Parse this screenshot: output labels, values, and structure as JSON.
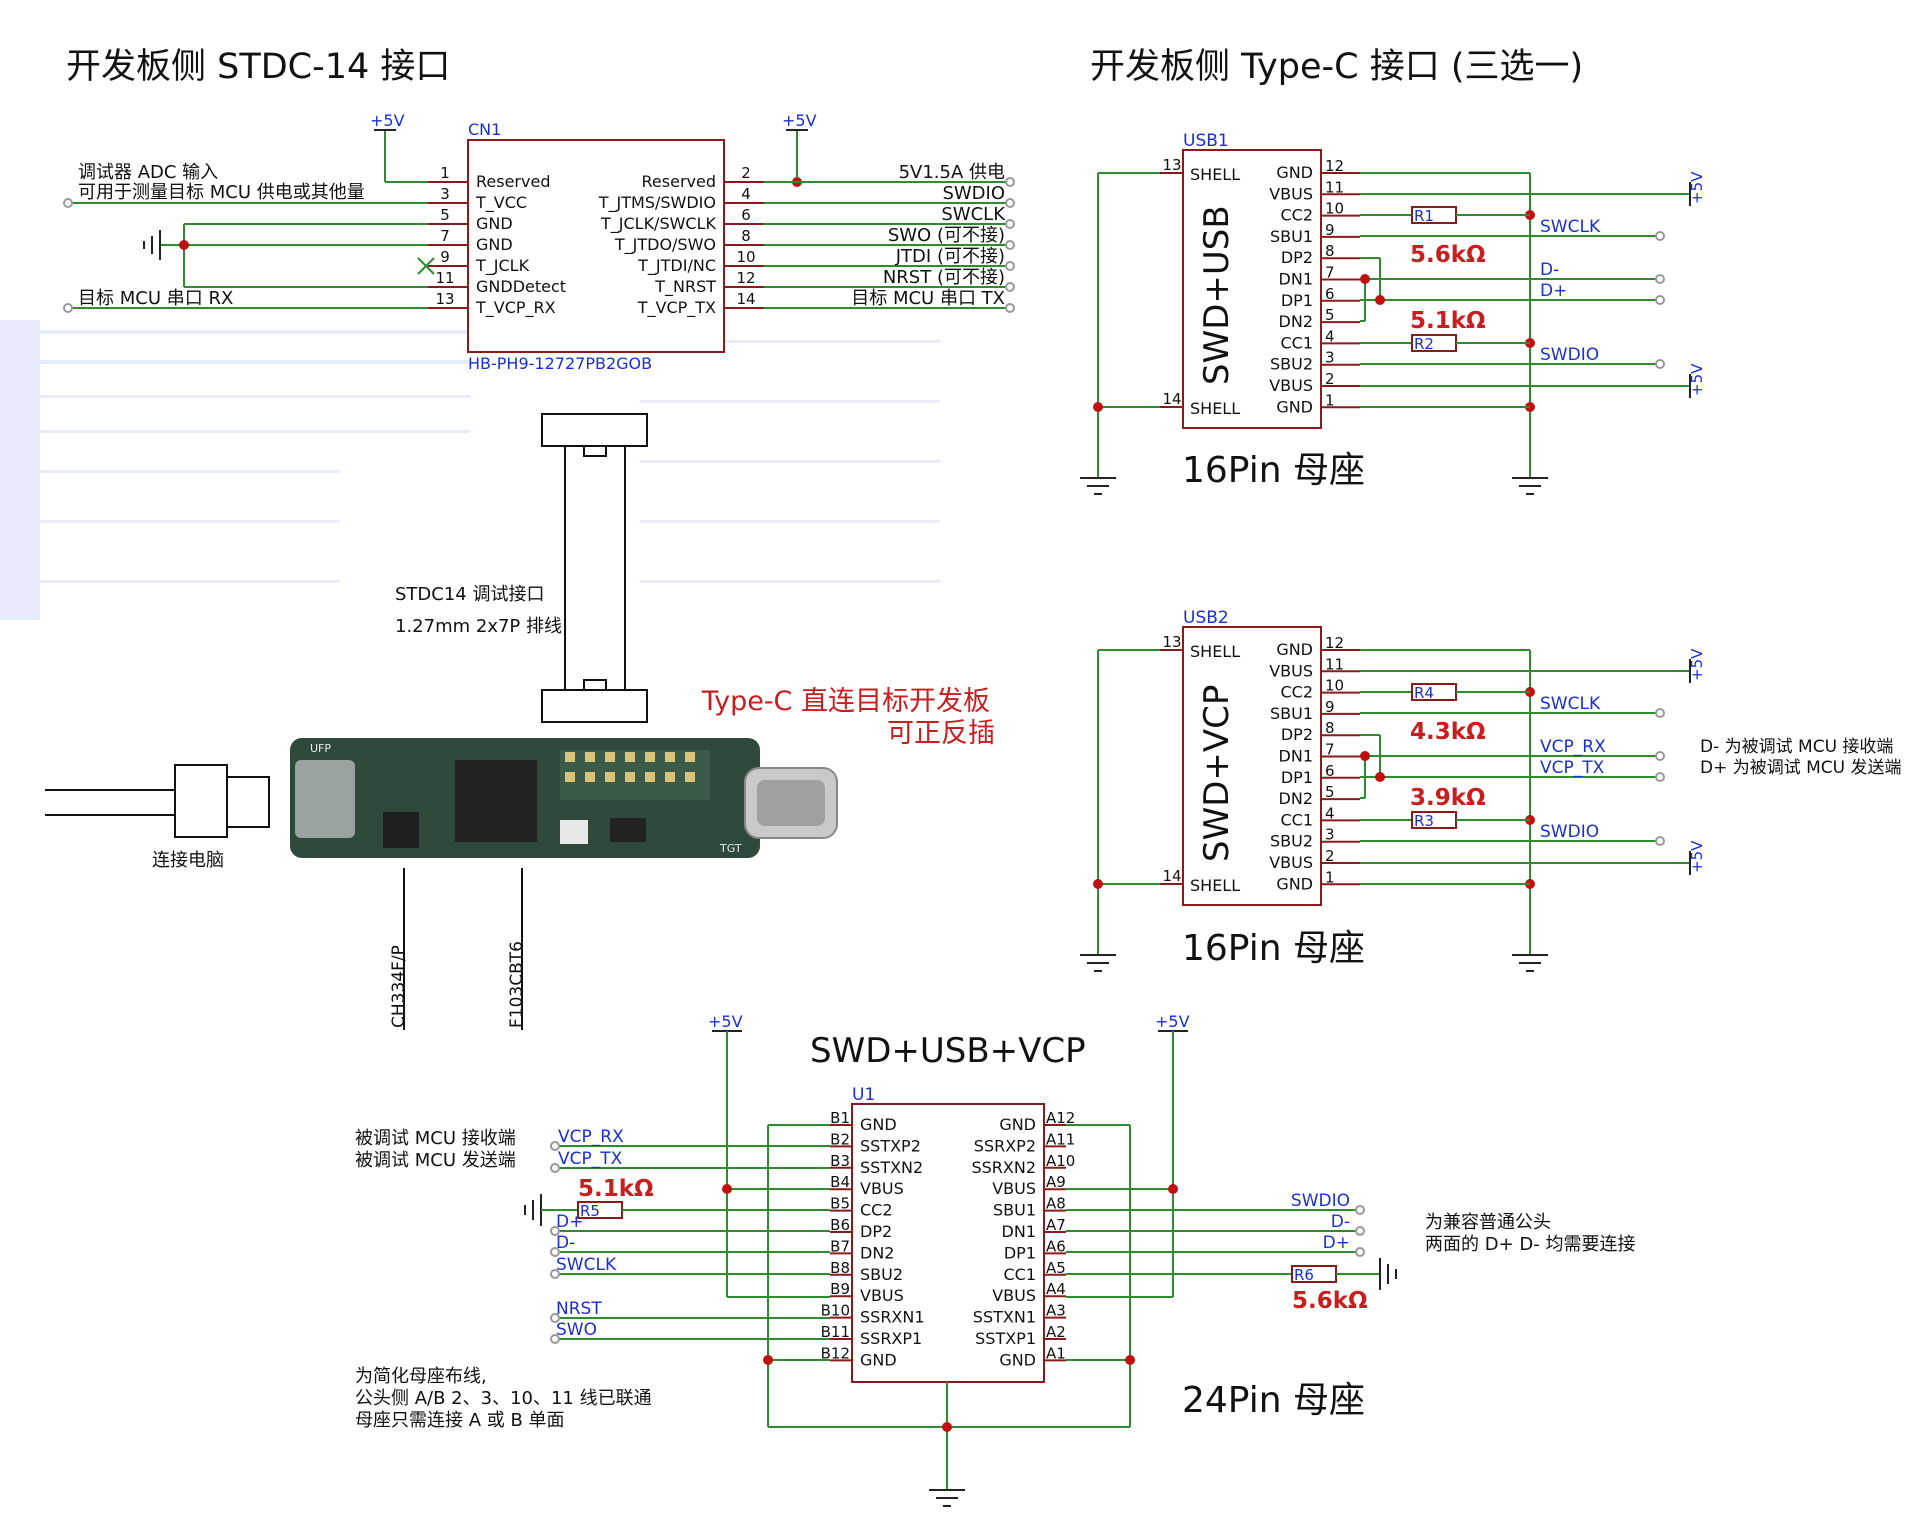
{
  "titles": {
    "stdc14": "开发板侧 STDC-14 接口",
    "typec": "开发板侧 Type-C 接口 (三选一)",
    "usb1_type": "16Pin 母座",
    "usb2_type": "16Pin 母座",
    "u1_type": "24Pin 母座",
    "u1_title": "SWD+USB+VCP"
  },
  "cn1": {
    "ref": "CN1",
    "part": "HB-PH9-12727PB2GOB",
    "left_pins": [
      {
        "num": "1",
        "name": "Reserved"
      },
      {
        "num": "3",
        "name": "T_VCC"
      },
      {
        "num": "5",
        "name": "GND"
      },
      {
        "num": "7",
        "name": "GND"
      },
      {
        "num": "9",
        "name": "T_JCLK"
      },
      {
        "num": "11",
        "name": "GNDDetect"
      },
      {
        "num": "13",
        "name": "T_VCP_RX"
      }
    ],
    "right_pins": [
      {
        "num": "2",
        "name": "Reserved"
      },
      {
        "num": "4",
        "name": "T_JTMS/SWDIO"
      },
      {
        "num": "6",
        "name": "T_JCLK/SWCLK"
      },
      {
        "num": "8",
        "name": "T_JTDO/SWO"
      },
      {
        "num": "10",
        "name": "T_JTDI/NC"
      },
      {
        "num": "12",
        "name": "T_NRST"
      },
      {
        "num": "14",
        "name": "T_VCP_TX"
      }
    ],
    "left_labels": [
      "调试器 ADC 输入",
      "可用于测量目标 MCU 供电或其他量",
      "目标 MCU 串口 RX"
    ],
    "right_labels": [
      "5V1.5A 供电",
      "SWDIO",
      "SWCLK",
      "SWO (可不接)",
      "JTDI (可不接)",
      "NRST (可不接)",
      "目标 MCU 串口 TX"
    ]
  },
  "power": "+5V",
  "cable": {
    "line1": "STDC14 调试接口",
    "line2": "1.27mm 2x7P 排线"
  },
  "board": {
    "note1": "Type-C 直连目标开发板",
    "note2": "可正反插",
    "pc": "连接电脑",
    "chip1": "CH334F/P",
    "chip2": "F103CBT6",
    "silk1": "UFP",
    "silk2": "TGT"
  },
  "usb1": {
    "ref": "USB1",
    "title": "SWD+USB",
    "shell_top": "SHELL",
    "shell_bot": "SHELL",
    "shell_top_num": "13",
    "shell_bot_num": "14",
    "pins": [
      {
        "num": "12",
        "name": "GND"
      },
      {
        "num": "11",
        "name": "VBUS"
      },
      {
        "num": "10",
        "name": "CC2"
      },
      {
        "num": "9",
        "name": "SBU1"
      },
      {
        "num": "8",
        "name": "DP2"
      },
      {
        "num": "7",
        "name": "DN1"
      },
      {
        "num": "6",
        "name": "DP1"
      },
      {
        "num": "5",
        "name": "DN2"
      },
      {
        "num": "4",
        "name": "CC1"
      },
      {
        "num": "3",
        "name": "SBU2"
      },
      {
        "num": "2",
        "name": "VBUS"
      },
      {
        "num": "1",
        "name": "GND"
      }
    ],
    "r_top": "R1",
    "r_top_val": "5.6kΩ",
    "r_bot": "R2",
    "r_bot_val": "5.1kΩ",
    "nets": [
      "SWCLK",
      "D-",
      "D+",
      "SWDIO"
    ]
  },
  "usb2": {
    "ref": "USB2",
    "title": "SWD+VCP",
    "shell_top": "SHELL",
    "shell_bot": "SHELL",
    "shell_top_num": "13",
    "shell_bot_num": "14",
    "pins": [
      {
        "num": "12",
        "name": "GND"
      },
      {
        "num": "11",
        "name": "VBUS"
      },
      {
        "num": "10",
        "name": "CC2"
      },
      {
        "num": "9",
        "name": "SBU1"
      },
      {
        "num": "8",
        "name": "DP2"
      },
      {
        "num": "7",
        "name": "DN1"
      },
      {
        "num": "6",
        "name": "DP1"
      },
      {
        "num": "5",
        "name": "DN2"
      },
      {
        "num": "4",
        "name": "CC1"
      },
      {
        "num": "3",
        "name": "SBU2"
      },
      {
        "num": "2",
        "name": "VBUS"
      },
      {
        "num": "1",
        "name": "GND"
      }
    ],
    "r_top": "R4",
    "r_top_val": "4.3kΩ",
    "r_bot": "R3",
    "r_bot_val": "3.9kΩ",
    "nets": [
      "SWCLK",
      "VCP_RX",
      "VCP_TX",
      "SWDIO"
    ],
    "notes": [
      "D- 为被调试 MCU 接收端",
      "D+ 为被调试 MCU 发送端"
    ]
  },
  "u1": {
    "ref": "U1",
    "left_pins": [
      {
        "num": "B1",
        "name": "GND"
      },
      {
        "num": "B2",
        "name": "SSTXP2"
      },
      {
        "num": "B3",
        "name": "SSTXN2"
      },
      {
        "num": "B4",
        "name": "VBUS"
      },
      {
        "num": "B5",
        "name": "CC2"
      },
      {
        "num": "B6",
        "name": "DP2"
      },
      {
        "num": "B7",
        "name": "DN2"
      },
      {
        "num": "B8",
        "name": "SBU2"
      },
      {
        "num": "B9",
        "name": "VBUS"
      },
      {
        "num": "B10",
        "name": "SSRXN1"
      },
      {
        "num": "B11",
        "name": "SSRXP1"
      },
      {
        "num": "B12",
        "name": "GND"
      }
    ],
    "right_pins": [
      {
        "num": "A12",
        "name": "GND"
      },
      {
        "num": "A11",
        "name": "SSRXP2"
      },
      {
        "num": "A10",
        "name": "SSRXN2"
      },
      {
        "num": "A9",
        "name": "VBUS"
      },
      {
        "num": "A8",
        "name": "SBU1"
      },
      {
        "num": "A7",
        "name": "DN1"
      },
      {
        "num": "A6",
        "name": "DP1"
      },
      {
        "num": "A5",
        "name": "CC1"
      },
      {
        "num": "A4",
        "name": "VBUS"
      },
      {
        "num": "A3",
        "name": "SSTXN1"
      },
      {
        "num": "A2",
        "name": "SSTXP1"
      },
      {
        "num": "A1",
        "name": "GND"
      }
    ],
    "r5": "R5",
    "r5_val": "5.1kΩ",
    "r6": "R6",
    "r6_val": "5.6kΩ",
    "left_nets": [
      "VCP_RX",
      "VCP_TX",
      "D+",
      "D-",
      "SWCLK",
      "NRST",
      "SWO"
    ],
    "right_nets": [
      "SWDIO",
      "D-",
      "D+"
    ],
    "left_notes": [
      "被调试 MCU 接收端",
      "被调试 MCU 发送端"
    ],
    "right_notes": [
      "为兼容普通公头",
      "两面的 D+ D- 均需要连接"
    ],
    "bottom_notes": [
      "为简化母座布线,",
      "公头侧 A/B 2、3、10、11 线已联通",
      "母座只需连接 A 或 B 单面"
    ]
  }
}
